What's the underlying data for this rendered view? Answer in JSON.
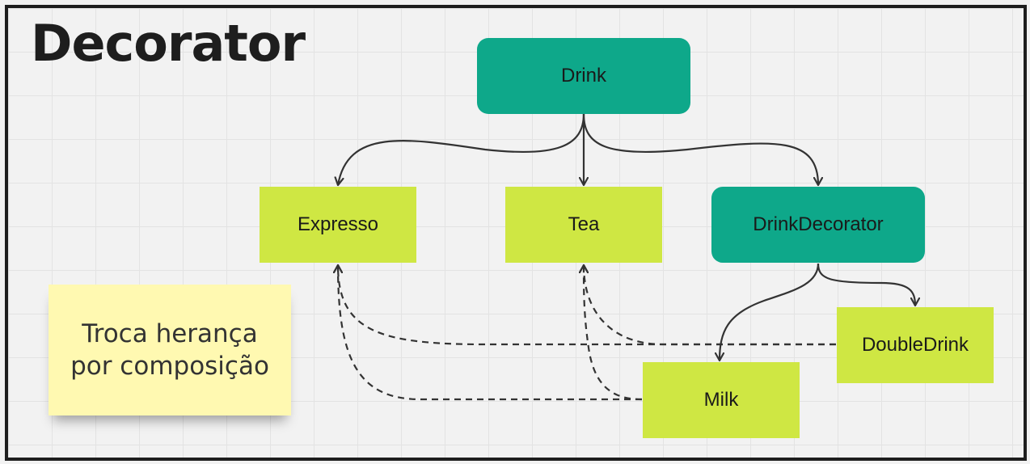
{
  "title": "Decorator",
  "colors": {
    "teal": "#0ea88a",
    "lime": "#cfe743",
    "sticky": "#fff9b1",
    "line": "#333333"
  },
  "nodes": {
    "drink": "Drink",
    "expresso": "Expresso",
    "tea": "Tea",
    "drink_decorator": "DrinkDecorator",
    "double_drink": "DoubleDrink",
    "milk": "Milk"
  },
  "sticky_note": {
    "line1": "Troca herança",
    "line2": "por composição"
  },
  "edges": [
    {
      "from": "Drink",
      "to": "Expresso",
      "style": "solid"
    },
    {
      "from": "Drink",
      "to": "Tea",
      "style": "solid"
    },
    {
      "from": "Drink",
      "to": "DrinkDecorator",
      "style": "solid"
    },
    {
      "from": "DrinkDecorator",
      "to": "DoubleDrink",
      "style": "solid"
    },
    {
      "from": "DrinkDecorator",
      "to": "Milk",
      "style": "solid"
    },
    {
      "from": "DoubleDrink",
      "to": "Expresso",
      "style": "dashed"
    },
    {
      "from": "DoubleDrink",
      "to": "Tea",
      "style": "dashed"
    },
    {
      "from": "Milk",
      "to": "Expresso",
      "style": "dashed"
    },
    {
      "from": "Milk",
      "to": "Tea",
      "style": "dashed"
    }
  ]
}
